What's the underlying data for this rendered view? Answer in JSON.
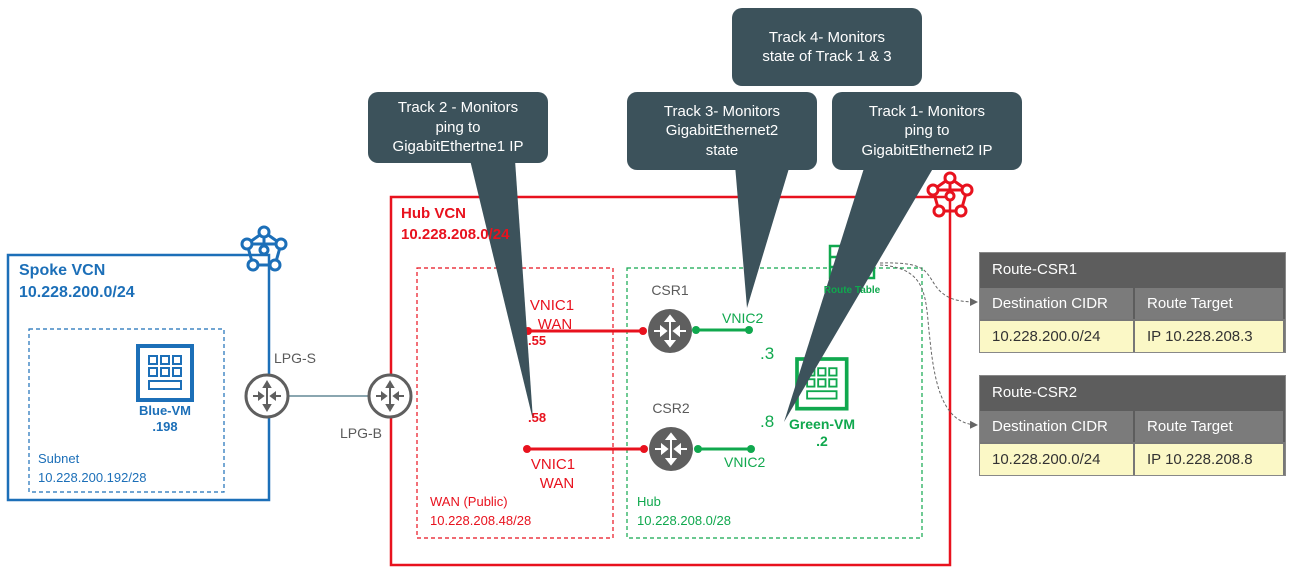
{
  "colors": {
    "spoke": "#1c6fb8",
    "hub": "#e8121e",
    "hub_subnet": "#10a84e",
    "callout": "#3c525b",
    "router": "#5f5f5f"
  },
  "spoke": {
    "title": "Spoke VCN",
    "cidr": "10.228.200.0/24",
    "subnet_label": "Subnet",
    "subnet_cidr": "10.228.200.192/28",
    "vm_name": "Blue-VM",
    "vm_ip": ".198",
    "lpg": "LPG-S"
  },
  "hub": {
    "title": "Hub VCN",
    "cidr": "10.228.208.0/24",
    "lpg": "LPG-B",
    "wan_subnet": {
      "label": "WAN (Public)",
      "cidr": "10.228.208.48/28"
    },
    "hub_subnet": {
      "label": "Hub",
      "cidr": "10.228.208.0/28"
    },
    "csr1": {
      "name": "CSR1",
      "vnic1": "VNIC1",
      "vnic1_sub": "WAN",
      "wan_ip": ".55",
      "vnic2": "VNIC2",
      "hub_ip": ".3"
    },
    "csr2": {
      "name": "CSR2",
      "vnic1": "VNIC1",
      "vnic1_sub": "WAN",
      "wan_ip": ".58",
      "vnic2": "VNIC2",
      "hub_ip": ".8"
    },
    "route_table_label": "Route Table",
    "vm_name": "Green-VM",
    "vm_ip": ".2"
  },
  "callouts": {
    "track1": [
      "Track 1- Monitors",
      "ping to",
      "GigabitEthernet2 IP"
    ],
    "track2": [
      "Track 2 - Monitors",
      "ping to",
      "GigabitEthertne1 IP"
    ],
    "track3": [
      "Track 3- Monitors",
      "GigabitEthernet2",
      "state"
    ],
    "track4": [
      "Track 4- Monitors",
      "state of Track 1 & 3"
    ]
  },
  "route_tables": [
    {
      "title": "Route-CSR1",
      "headers": [
        "Destination CIDR",
        "Route Target"
      ],
      "rows": [
        [
          "10.228.200.0/24",
          "IP 10.228.208.3"
        ]
      ]
    },
    {
      "title": "Route-CSR2",
      "headers": [
        "Destination CIDR",
        "Route Target"
      ],
      "rows": [
        [
          "10.228.200.0/24",
          "IP 10.228.208.8"
        ]
      ]
    }
  ]
}
